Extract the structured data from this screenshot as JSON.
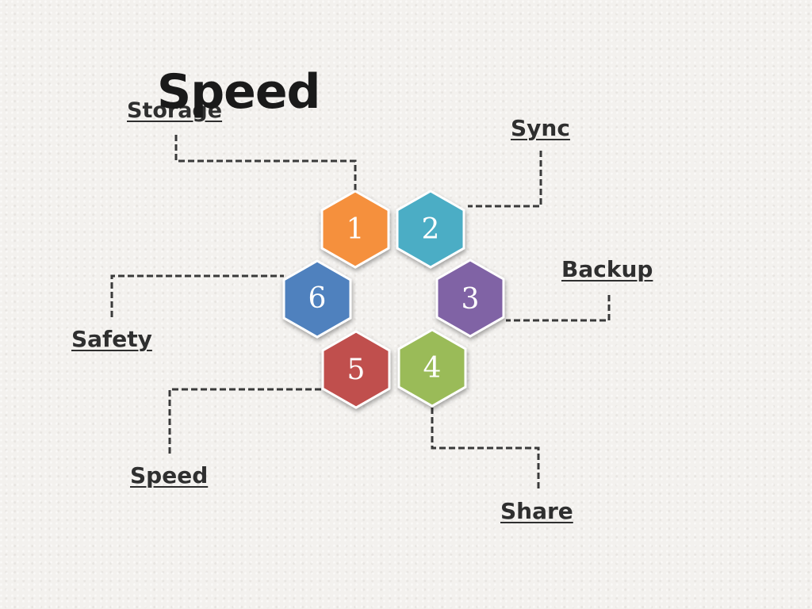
{
  "title": "Speed",
  "labels": {
    "storage": "Storage",
    "sync": "Sync",
    "backup": "Backup",
    "safety": "Safety",
    "speed": "Speed",
    "share": "Share"
  },
  "hexagons": [
    {
      "number": "1",
      "color": "#f5903e",
      "label": "Storage"
    },
    {
      "number": "2",
      "color": "#4badc5",
      "label": "Sync"
    },
    {
      "number": "3",
      "color": "#8063a5",
      "label": "Backup"
    },
    {
      "number": "4",
      "color": "#9abb59",
      "label": "Share"
    },
    {
      "number": "5",
      "color": "#c0504d",
      "label": "Speed"
    },
    {
      "number": "6",
      "color": "#4f81be",
      "label": "Safety"
    }
  ],
  "connector_color": "#3a3a3a"
}
